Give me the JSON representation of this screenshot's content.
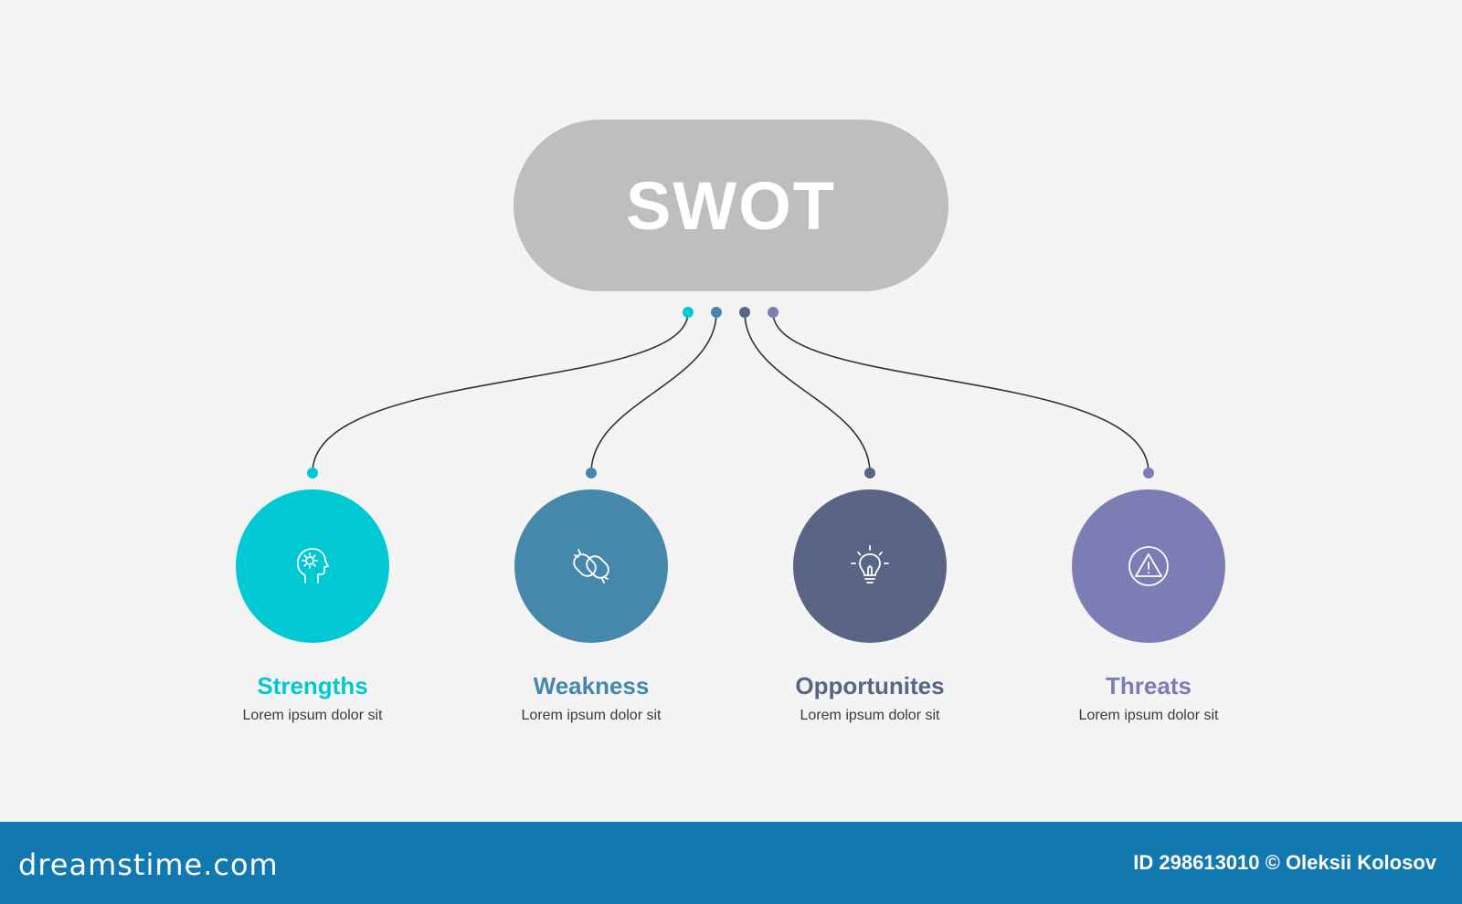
{
  "diagram": {
    "title": "SWOT",
    "items": [
      {
        "title": "Strengths",
        "text": "Lorem ipsum dolor sit",
        "color": "#00c9d4",
        "icon": "gear-head-icon"
      },
      {
        "title": "Weakness",
        "text": "Lorem ipsum dolor sit",
        "color": "#4688ab",
        "icon": "broken-chain-icon"
      },
      {
        "title": "Opportunites",
        "text": "Lorem ipsum dolor sit",
        "color": "#5a6585",
        "icon": "lightbulb-icon"
      },
      {
        "title": "Threats",
        "text": "Lorem ipsum dolor sit",
        "color": "#7b7db4",
        "icon": "warning-triangle-icon"
      }
    ]
  },
  "footer": {
    "brand": "dreamstime.com",
    "credit": "ID 298613010 © Oleksii Kolosov"
  },
  "colors": {
    "pill": "#bdbebf",
    "line": "#333333",
    "background": "#f4f4f4",
    "footer": "#1278b0"
  }
}
